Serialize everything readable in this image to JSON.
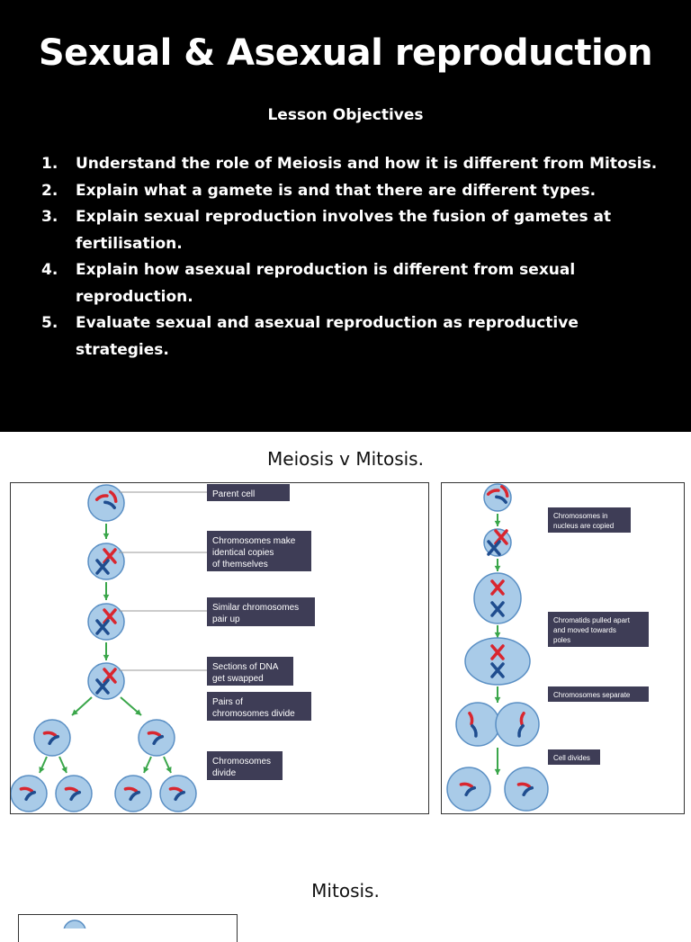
{
  "slide1": {
    "title": "Sexual & Asexual reproduction",
    "subtitle": "Lesson Objectives",
    "objectives": [
      {
        "num": "1.",
        "lines": [
          "Understand the role of Meiosis and how it is different from Mitosis."
        ]
      },
      {
        "num": "2.",
        "lines": [
          "Explain what a gamete is and that there are different types."
        ]
      },
      {
        "num": "3.",
        "lines": [
          "Explain  sexual reproduction involves the fusion of gametes at",
          "fertilisation."
        ]
      },
      {
        "num": "4.",
        "lines": [
          "Explain how asexual reproduction is different  from sexual",
          "reproduction."
        ]
      },
      {
        "num": "5.",
        "lines": [
          "Evaluate sexual and asexual reproduction as reproductive",
          "strategies."
        ]
      }
    ]
  },
  "slide2": {
    "title": "Meiosis v Mitosis.",
    "meiosis_labels": [
      [
        "Parent cell"
      ],
      [
        "Chromosomes make",
        "identical copies",
        "of themselves"
      ],
      [
        "Similar chromosomes",
        "pair up"
      ],
      [
        "Sections of DNA",
        "get swapped"
      ],
      [
        "Pairs of",
        "chromosomes divide"
      ],
      [
        "Chromosomes",
        "divide"
      ]
    ],
    "mitosis_labels": [
      [
        "Chromosomes in",
        "nucleus are copied"
      ],
      [
        "Chromatids pulled apart",
        "and moved towards",
        "poles"
      ],
      [
        "Chromosomes separate"
      ],
      [
        "Cell divides"
      ]
    ]
  },
  "slide3": {
    "title": "Mitosis."
  },
  "colors": {
    "cell_fill": "#a9cbe8",
    "cell_edge": "#5a8fc4",
    "label_bg": "#3e3d56",
    "arrow": "#3aa64a",
    "chrom_red": "#d9262f",
    "chrom_blue": "#1f4d8f"
  }
}
